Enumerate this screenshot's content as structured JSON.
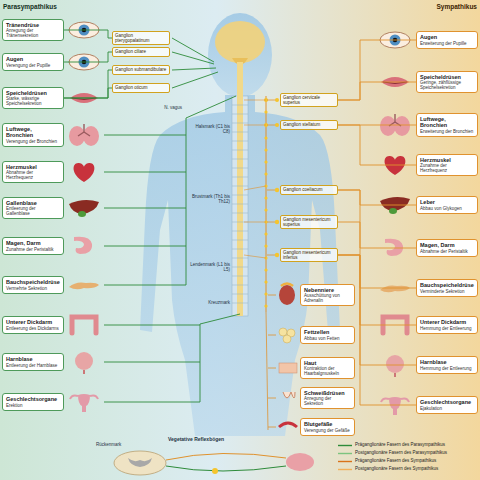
{
  "diagram": {
    "nodes": [
      {
        "text": [
          "Tränendrüse",
          "Anregung der Tränensekretion"
        ]
      },
      {
        "text": [
          "Augen",
          "Verengung der Pupille"
        ]
      },
      {
        "text": [
          "Speicheldrüsen",
          "Starke, wässrige Speichelsekretion"
        ]
      },
      {
        "text": [
          "Luftwege, Bronchien",
          "Verengung der Bronchien"
        ]
      },
      {
        "text": [
          "Herzmuskel",
          "Abnahme der Herzfrequenz"
        ]
      },
      {
        "text": [
          "Gallenblase",
          "Entleerung der Gallenblase"
        ]
      },
      {
        "text": [
          "Magen, Darm",
          "Zunahme der Peristaltik"
        ]
      },
      {
        "text": [
          "Bauchspeicheldrüse",
          "Vermehrte Sekretion"
        ]
      },
      {
        "text": [
          "Unterer Dickdarm",
          "Entleerung des Dickdarms"
        ]
      },
      {
        "text": [
          "Harnblase",
          "Entleerung der Harnblase"
        ]
      },
      {
        "text": [
          "Geschlechtsorgane",
          "Erektion"
        ]
      },
      {
        "text": [
          "Augen",
          "Erweiterung der Pupille"
        ]
      },
      {
        "text": [
          "Speicheldrüsen",
          "Geringe, zähflüssige Speichelsekretion"
        ]
      },
      {
        "text": [
          "Luftwege, Bronchien",
          "Erweiterung der Bronchien"
        ]
      },
      {
        "text": [
          "Herzmuskel",
          "Zunahme der Herzfrequenz"
        ]
      },
      {
        "text": [
          "Leber",
          "Abbau von Glykogen"
        ]
      },
      {
        "text": [
          "Magen, Darm",
          "Abnahme der Peristaltik"
        ]
      },
      {
        "text": [
          "Bauchspeicheldrüse",
          "Verminderte Sekretion"
        ]
      },
      {
        "text": [
          "Unterer Dickdarm",
          "Hemmung der Entleerung"
        ]
      },
      {
        "text": [
          "Harnblase",
          "Hemmung der Entleerung"
        ]
      },
      {
        "text": [
          "Geschlechtsorgane",
          "Ejakulation"
        ]
      },
      {
        "text": [
          "Ganglion ciliare"
        ]
      },
      {
        "text": [
          "Ganglion pterygopalatinum"
        ]
      },
      {
        "text": [
          "Ganglion submandibulare"
        ]
      },
      {
        "text": [
          "Ganglion oticum"
        ]
      },
      {
        "text": [
          "Ganglion cervicale superius"
        ]
      },
      {
        "text": [
          "Ganglion stellatum"
        ]
      },
      {
        "text": [
          "Ganglion coeliacum"
        ]
      },
      {
        "text": [
          "Ganglion mesentericum superius"
        ]
      },
      {
        "text": [
          "Ganglion mesentericum inferius"
        ]
      },
      {
        "text": [
          "Nebenniere",
          "Ausschüttung von Adrenalin"
        ]
      },
      {
        "text": [
          "Fettzellen",
          "Abbau von Fetten"
        ]
      },
      {
        "text": [
          "Haut",
          "Kontraktion der Haarbalgmuskeln"
        ]
      },
      {
        "text": [
          "Schweißdrüsen",
          "Anregung der Sekretion"
        ]
      },
      {
        "text": [
          "Blutgefäße",
          "Verengung der Gefäße"
        ]
      }
    ],
    "edges": [
      {
        "from": 22,
        "to": 0,
        "arrow": "none"
      },
      {
        "from": 21,
        "to": 1,
        "arrow": "none"
      },
      {
        "from": 23,
        "to": 2,
        "arrow": "none"
      },
      {
        "from": 24,
        "to": 2,
        "arrow": "none"
      },
      {
        "from": 25,
        "to": 11,
        "arrow": "none"
      },
      {
        "from": 25,
        "to": 12,
        "arrow": "none"
      },
      {
        "from": 26,
        "to": 13,
        "arrow": "none"
      },
      {
        "from": 26,
        "to": 14,
        "arrow": "none"
      },
      {
        "from": 27,
        "to": 15,
        "arrow": "none"
      },
      {
        "from": 27,
        "to": 16,
        "arrow": "none"
      },
      {
        "from": 28,
        "to": 17,
        "arrow": "none"
      },
      {
        "from": 29,
        "to": 18,
        "arrow": "none"
      },
      {
        "from": 29,
        "to": 19,
        "arrow": "none"
      },
      {
        "from": 29,
        "to": 20,
        "arrow": "none"
      }
    ],
    "labels": [
      "Parasympathikus",
      "Sympathikus",
      "N. vagus",
      "Halsmark (C1 bis C8)",
      "Brustmark (Th1 bis Th12)",
      "Lendenmark (L1 bis L5)",
      "Kreuzmark",
      "Vegetative Reflexbögen",
      "Rückenmark"
    ],
    "legend": [
      {
        "text": "Präganglionäre Fasern des Parasympathikus"
      },
      {
        "text": "Postganglionäre Fasern des Parasympathikus"
      },
      {
        "text": "Präganglionäre Fasern des Sympathikus"
      },
      {
        "text": "Postganglionäre Fasern des Sympathikus"
      }
    ]
  }
}
